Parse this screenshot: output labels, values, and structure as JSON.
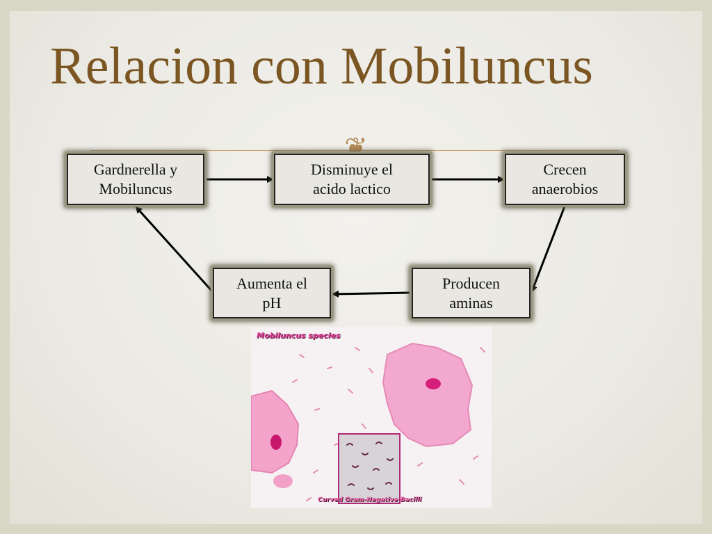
{
  "slide": {
    "title": "Relacion con Mobiluncus",
    "ornament_icon": "scroll-ornament-icon"
  },
  "diagram": {
    "nodes": [
      {
        "id": "n1",
        "lines": [
          "Gardnerella y",
          "Mobiluncus"
        ]
      },
      {
        "id": "n2",
        "lines": [
          "Disminuye el",
          "acido lactico"
        ]
      },
      {
        "id": "n3",
        "lines": [
          "Crecen",
          "anaerobios"
        ]
      },
      {
        "id": "n4",
        "lines": [
          "Producen",
          "aminas"
        ]
      },
      {
        "id": "n5",
        "lines": [
          "Aumenta el",
          "pH"
        ]
      }
    ],
    "edges": [
      {
        "from": "n1",
        "to": "n2"
      },
      {
        "from": "n2",
        "to": "n3"
      },
      {
        "from": "n3",
        "to": "n4"
      },
      {
        "from": "n4",
        "to": "n5"
      },
      {
        "from": "n5",
        "to": "n1"
      }
    ]
  },
  "micrograph": {
    "caption": "Mobiluncus  species",
    "footer": "Curved  Gram-Negative  Bacilli",
    "colors": {
      "cells": "#f08cc0",
      "nucleus": "#d81a78",
      "bacteria": "#e07aa6"
    }
  }
}
